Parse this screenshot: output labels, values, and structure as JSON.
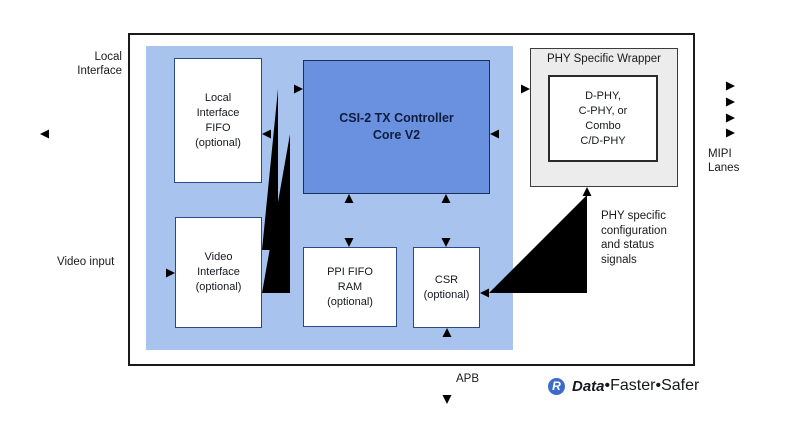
{
  "blocks": {
    "local_fifo": {
      "lines": [
        "Local",
        "Interface",
        "FIFO",
        "(optional)"
      ]
    },
    "core": {
      "lines": [
        "CSI-2 TX Controller",
        "Core V2"
      ]
    },
    "video_interface": {
      "lines": [
        "Video",
        "Interface",
        "(optional)"
      ]
    },
    "ppi_fifo": {
      "lines": [
        "PPI FIFO",
        "RAM",
        "(optional)"
      ]
    },
    "csr": {
      "lines": [
        "CSR",
        "(optional)"
      ]
    },
    "phy_wrapper": {
      "title": "PHY Specific Wrapper",
      "inner": {
        "lines": [
          "D-PHY,",
          "C-PHY, or",
          "Combo",
          "C/D-PHY"
        ]
      }
    }
  },
  "labels": {
    "local_interface": {
      "lines": [
        "Local",
        "Interface"
      ]
    },
    "video_input": "Video input",
    "mipi_lanes": {
      "lines": [
        "MIPI",
        "Lanes"
      ]
    },
    "apb": "APB",
    "phy_signals": {
      "lines": [
        "PHY specific",
        "configuration",
        "and status",
        "signals"
      ]
    }
  },
  "footer": {
    "logo_letter": "R",
    "brand_word": "Data",
    "separator": "•",
    "word2": "Faster",
    "word3": "Safer"
  },
  "colors": {
    "region_fill": "#a7c3ee",
    "core_fill": "#6a91e0",
    "wrapper_fill": "#ececec",
    "line": "#161616",
    "logo_blue": "#3d6cc8",
    "footer_gray": "#6e7580"
  }
}
